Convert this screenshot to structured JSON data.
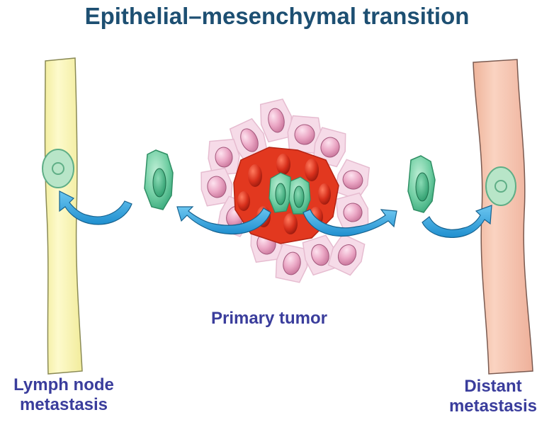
{
  "title": "Epithelial–mesenchymal transition",
  "labels": {
    "primary_tumor": "Primary tumor",
    "lymph_node_metastasis": [
      "Lymph node",
      "metastasis"
    ],
    "distant_metastasis": [
      "Distant",
      "metastasis"
    ]
  },
  "colors": {
    "title": "#1d4f72",
    "label": "#3a3d9c",
    "lymph_vessel": "#fbf7b8",
    "blood_vessel": "#f5c4ad",
    "mesenchymal_cell": "#5cc497",
    "epithelial_cell_outer": "#f2c8dc",
    "epithelial_cell_nucleus": "#e9a8c4",
    "tumor_core": "#e23a1e",
    "tumor_core_nucleus": "#c8281a",
    "arrow": "#3aa9e0"
  }
}
